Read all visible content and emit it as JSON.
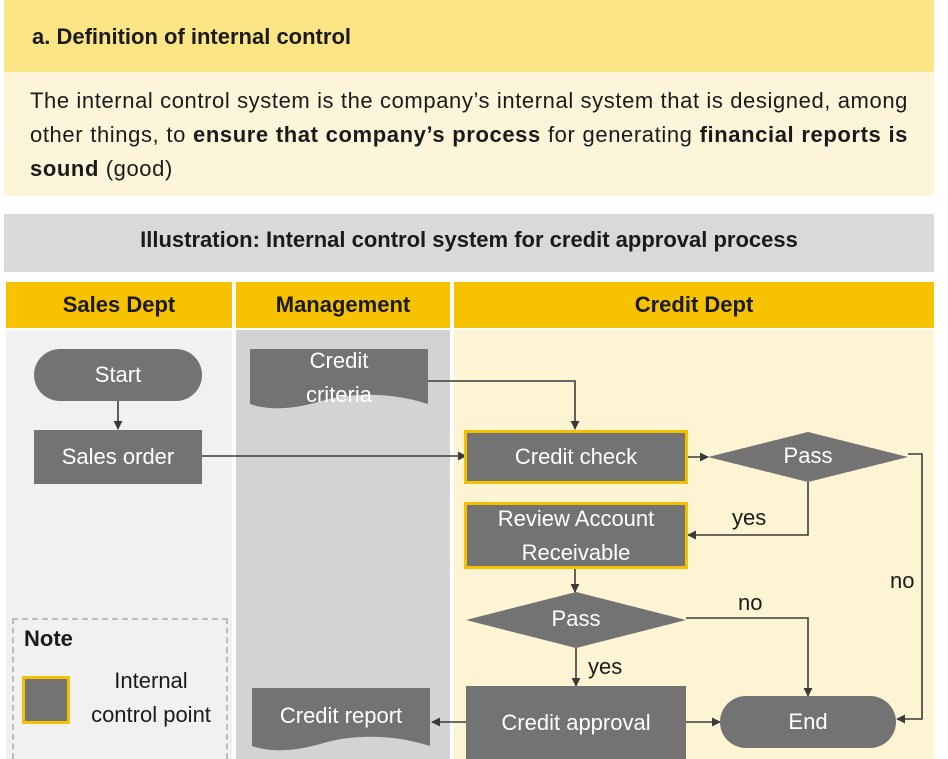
{
  "definition": {
    "title": "a. Definition of internal control",
    "text_1": "The internal control system is the company’s internal system that is designed, among other things, to ",
    "text_bold_1": "ensure that company’s process",
    "text_2": " for generating ",
    "text_bold_2": "financial reports is sound",
    "text_3": " (good)"
  },
  "illustration": {
    "title": "Illustration: Internal control system for credit approval process"
  },
  "lanes": {
    "sales": "Sales Dept",
    "management": "Management",
    "credit": "Credit Dept"
  },
  "nodes": {
    "start": "Start",
    "sales_order": "Sales order",
    "credit_criteria_line1": "Credit",
    "credit_criteria_line2": "criteria",
    "credit_check": "Credit check",
    "pass_1": "Pass",
    "review_line1": "Review Account",
    "review_line2": "Receivable",
    "pass_2": "Pass",
    "credit_report": "Credit report",
    "credit_approval": "Credit approval",
    "end": "End"
  },
  "edge_labels": {
    "yes_1": "yes",
    "no_1": "no",
    "no_2": "no",
    "yes_2": "yes"
  },
  "note": {
    "title": "Note",
    "line1": "Internal",
    "line2": "control point"
  },
  "colors": {
    "lane_header": "#f7c200",
    "shape_fill": "#737373",
    "control_border": "#f2c200",
    "definition_header_bg": "#fbe584",
    "definition_body_bg": "#fdf5d9"
  }
}
